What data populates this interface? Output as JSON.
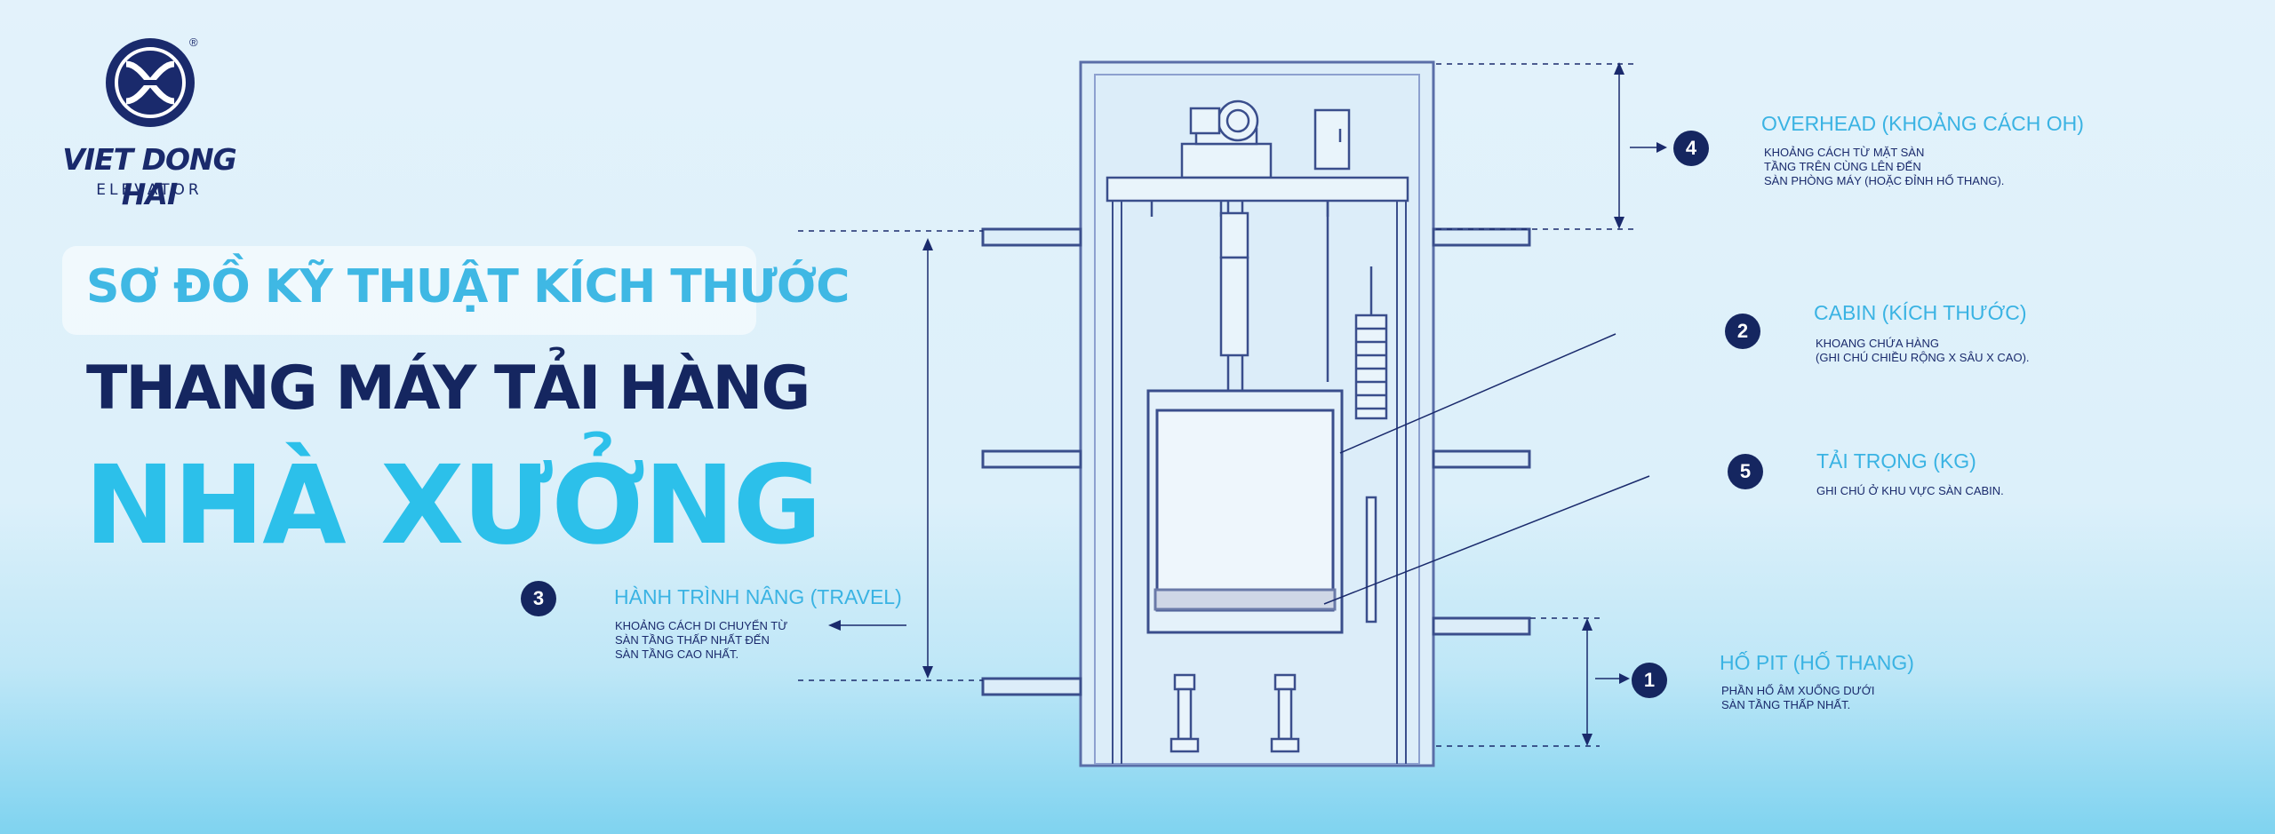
{
  "brand": {
    "name": "VIET DONG HAI",
    "sub": "ELEVATOR",
    "registered": "®"
  },
  "heading": {
    "subtitle": "SƠ ĐỒ KỸ THUẬT KÍCH THƯỚC",
    "title_line1": "THANG MÁY TẢI HÀNG",
    "title_line2": "NHÀ XƯỞNG"
  },
  "callouts": [
    {
      "number": "4",
      "title": "OVERHEAD (KHOẢNG CÁCH OH)",
      "lines": [
        "KHOẢNG CÁCH TỪ MẶT SÀN",
        "TẦNG TRÊN CÙNG LÊN ĐẾN",
        "SÀN PHÒNG MÁY (HOẶC ĐỈNH HỐ THANG)."
      ]
    },
    {
      "number": "2",
      "title": "CABIN (KÍCH THƯỚC)",
      "lines": [
        "KHOANG CHỨA HÀNG",
        "(GHI CHÚ CHIỀU RỘNG X SÂU X CAO)."
      ]
    },
    {
      "number": "5",
      "title": "TẢI TRỌNG (KG)",
      "lines": [
        "GHI CHÚ Ở KHU VỰC SÀN CABIN."
      ]
    },
    {
      "number": "3",
      "title": "HÀNH TRÌNH NÂNG (TRAVEL)",
      "lines": [
        "KHOẢNG CÁCH DI CHUYỂN TỪ",
        "SÀN TẦNG THẤP NHẤT ĐẾN",
        "SÀN TẦNG CAO NHẤT."
      ]
    },
    {
      "number": "1",
      "title": "HỐ PIT (HỐ THANG)",
      "lines": [
        "PHẦN HỐ ÂM XUỐNG DƯỚI",
        "SÀN TẦNG THẤP NHẤT."
      ]
    }
  ],
  "colors": {
    "navy": "#152660",
    "cyan": "#2cc0ea",
    "line": "#3a4e8c"
  }
}
